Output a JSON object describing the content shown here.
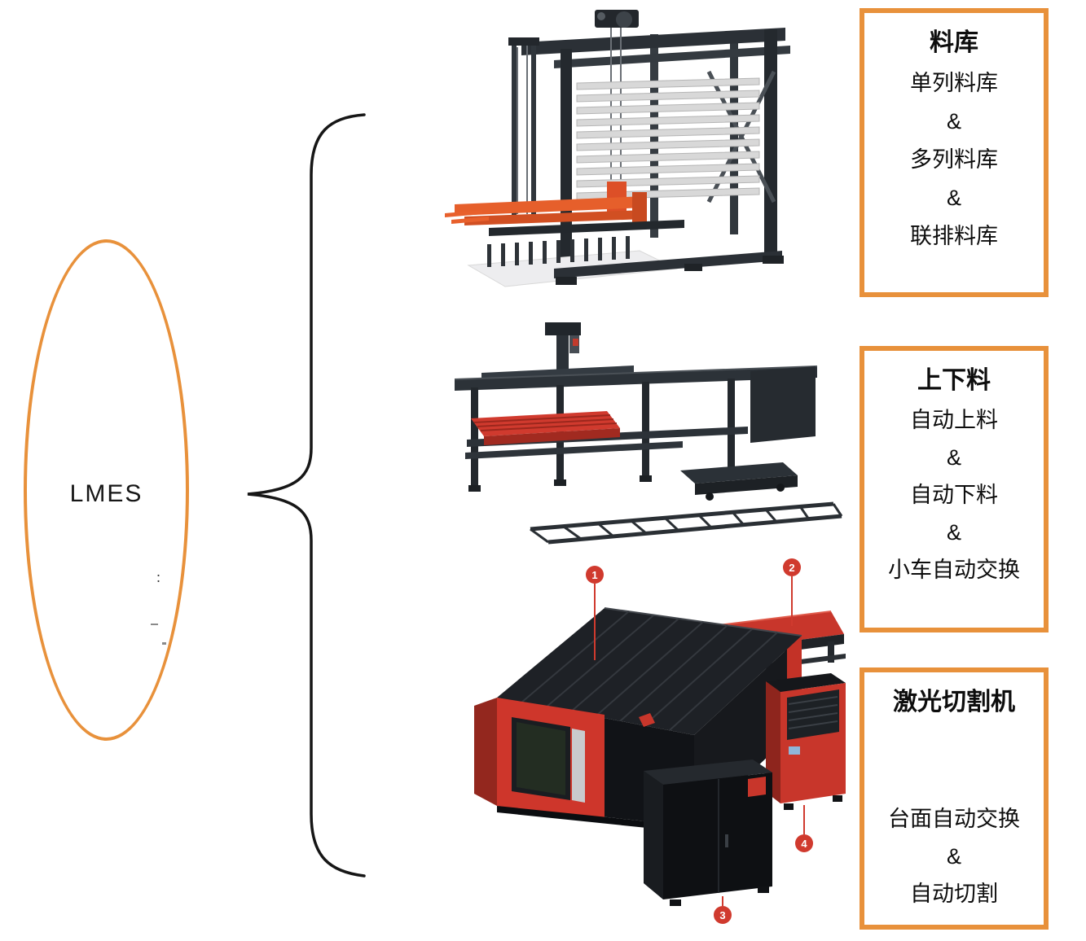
{
  "diagram": {
    "root": {
      "label": "LMES",
      "fragment": "："
    },
    "boxes": [
      {
        "title": "料库",
        "lines": [
          "单列料库",
          "&",
          "多列料库",
          "&",
          "联排料库"
        ]
      },
      {
        "title": "上下料",
        "lines": [
          "自动上料",
          "&",
          "自动下料",
          "&",
          "小车自动交换"
        ]
      },
      {
        "title": "激光切割机",
        "lines": [
          "台面自动交换",
          "&",
          "自动切割"
        ]
      }
    ],
    "machines": [
      {
        "name": "sheet-metal-storage-tower"
      },
      {
        "name": "auto-loading-unloading-table"
      },
      {
        "name": "laser-cutting-machine",
        "markers": [
          "1",
          "2",
          "3",
          "4"
        ]
      }
    ],
    "colors": {
      "accent_orange": "#E8913B",
      "machine_red": "#CE362B",
      "loader_orange": "#E55F2B",
      "machine_dark": "#24292E"
    }
  }
}
